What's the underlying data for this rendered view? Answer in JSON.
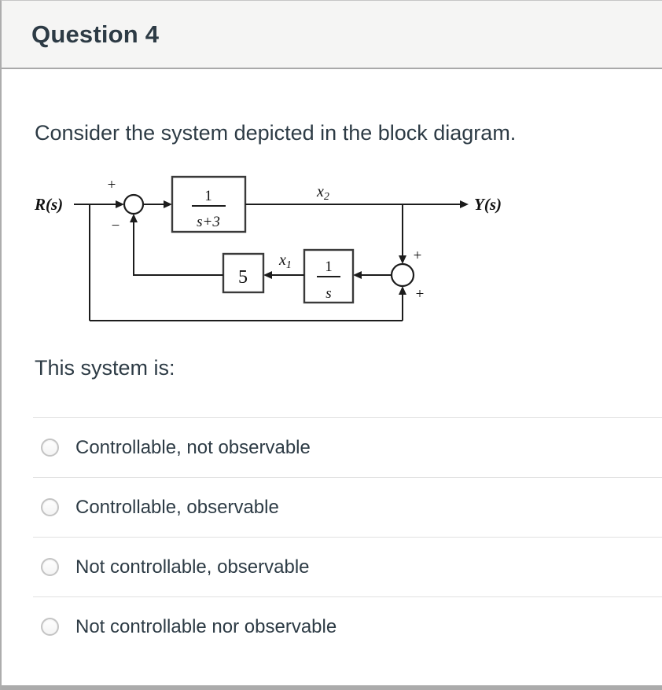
{
  "header": {
    "title": "Question 4"
  },
  "question": {
    "prompt": "Consider the system depicted in the block diagram.",
    "followup": "This system is:"
  },
  "diagram": {
    "input_label": "R(s)",
    "output_label": "Y(s)",
    "x2_base": "x",
    "x2_sub": "2",
    "x1_base": "x",
    "x1_sub": "1",
    "block1_num": "1",
    "block1_den": "s+3",
    "block2_num": "1",
    "block2_den": "s",
    "gain_label": "5",
    "sum1_plus": "+",
    "sum1_minus": "−",
    "sum2_plus_top": "+",
    "sum2_plus_bottom": "+"
  },
  "options": [
    {
      "label": "Controllable, not observable",
      "selected": false
    },
    {
      "label": "Controllable, observable",
      "selected": false
    },
    {
      "label": "Not controllable, observable",
      "selected": false
    },
    {
      "label": "Not controllable nor observable",
      "selected": false
    }
  ],
  "colors": {
    "text": "#2d3b45",
    "header_bg": "#f5f5f4",
    "border_gray": "#ababab",
    "divider": "#e0e0e0"
  }
}
